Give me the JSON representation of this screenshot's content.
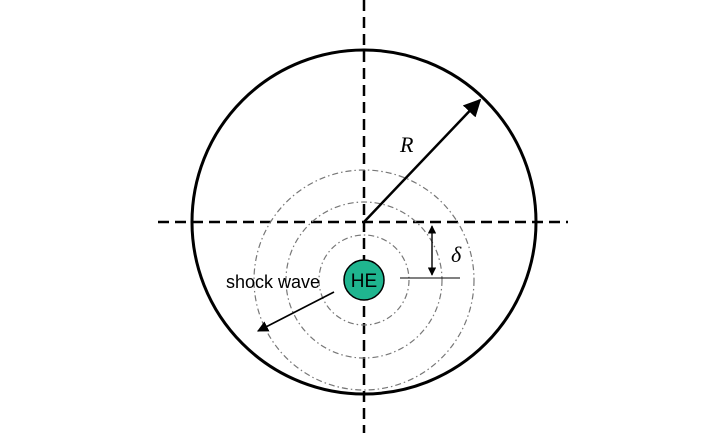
{
  "labels": {
    "radius": "R",
    "offset": "δ",
    "shock_wave": "shock wave",
    "charge": "HE"
  },
  "colors": {
    "stroke": "#000000",
    "wave_rings": "#777777",
    "charge_fill": "#1fb58f",
    "background": "#ffffff"
  },
  "icons": {
    "arrowhead": "filled-triangle-arrowhead"
  }
}
